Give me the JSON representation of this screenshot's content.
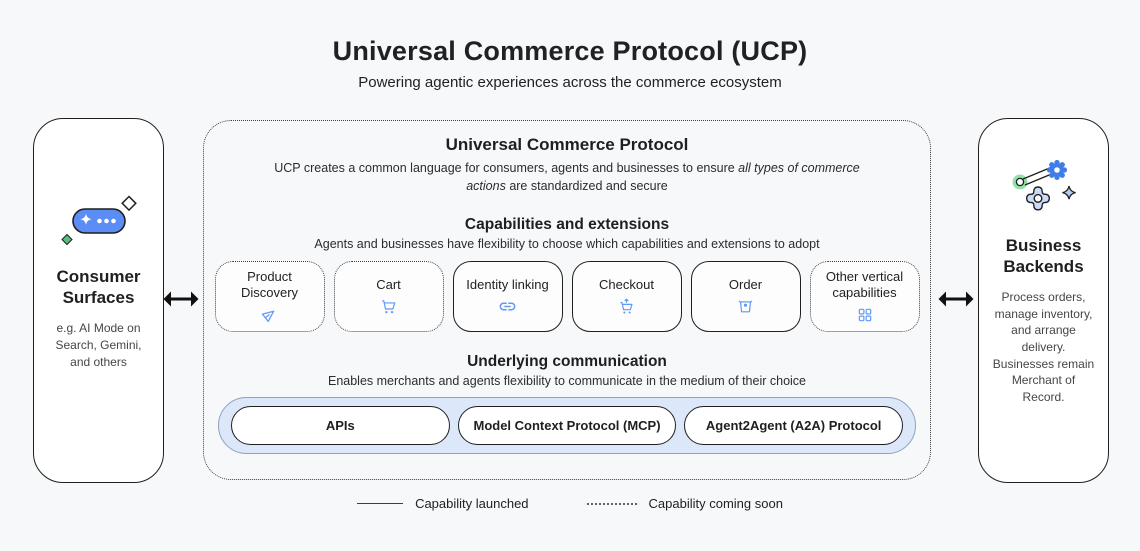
{
  "page": {
    "title": "Universal Commerce Protocol (UCP)",
    "subtitle": "Powering agentic experiences across the commerce ecosystem"
  },
  "consumer": {
    "title": "Consumer Surfaces",
    "description": "e.g. AI Mode on Search, Gemini, and others",
    "icon": "ai-chat-pill-icon"
  },
  "business": {
    "title": "Business Backends",
    "description": "Process orders, manage inventory, and arrange delivery. Businesses remain Merchant of Record.",
    "icon": "gears-icon"
  },
  "ucp": {
    "title": "Universal Commerce Protocol",
    "description_prefix": "UCP creates a common language for consumers, agents and businesses to ensure ",
    "description_italic": "all types of commerce actions",
    "description_suffix": " are standardized and secure"
  },
  "capabilities": {
    "title": "Capabilities and extensions",
    "subtitle": "Agents and businesses have flexibility to choose which capabilities and extensions to adopt",
    "items": [
      {
        "label": "Product Discovery",
        "icon": "send-icon",
        "status": "coming soon"
      },
      {
        "label": "Cart",
        "icon": "cart-icon",
        "status": "coming soon"
      },
      {
        "label": "Identity linking",
        "icon": "link-icon",
        "status": "launched"
      },
      {
        "label": "Checkout",
        "icon": "cart-checkout-icon",
        "status": "launched"
      },
      {
        "label": "Order",
        "icon": "order-box-icon",
        "status": "launched"
      },
      {
        "label": "Other vertical capabilities",
        "icon": "grid-icon",
        "status": "coming soon"
      }
    ]
  },
  "communication": {
    "title": "Underlying communication",
    "subtitle": "Enables merchants and agents flexibility to communicate in the medium of their choice",
    "items": [
      "APIs",
      "Model Context Protocol (MCP)",
      "Agent2Agent (A2A) Protocol"
    ]
  },
  "legend": {
    "launched": "Capability launched",
    "coming_soon": "Capability coming soon"
  },
  "colors": {
    "accent_blue": "#6199f6",
    "gear_blue": "#3f7de8",
    "light_blue_fill": "#dce8fa",
    "green": "#58bd7d",
    "text_dark": "#202124",
    "text_gray": "#444746",
    "background": "#f6f8f9"
  }
}
